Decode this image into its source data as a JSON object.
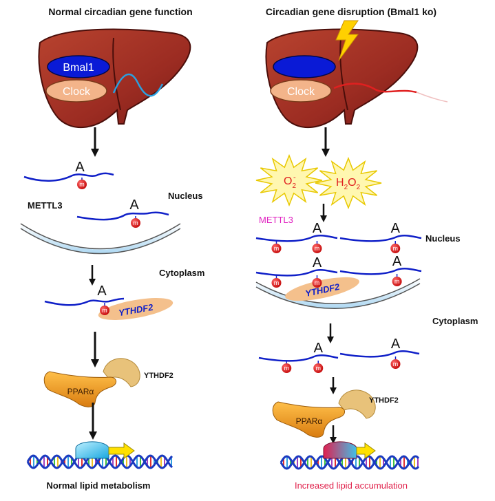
{
  "left_panel": {
    "title": "Normal circadian gene function",
    "liver_labels": {
      "bmal1": "Bmal1",
      "clock": "Clock"
    },
    "mrna_base": "A",
    "mark": "m",
    "nucleus_label": "Nucleus",
    "writer_label": "METTL3",
    "cytoplasm_label": "Cytoplasm",
    "reader_label": "YTHDF2",
    "protein_label": "PPARα",
    "protein_reader_label": "YTHDF2",
    "outcome": "Normal lipid metabolism"
  },
  "right_panel": {
    "title": "Circadian gene disruption (Bmal1 ko)",
    "liver_labels": {
      "clock": "Clock"
    },
    "ros": {
      "superoxide_main": "O",
      "superoxide_sub": "2",
      "superoxide_sup": "-",
      "peroxide_h": "H",
      "peroxide_sub1": "2",
      "peroxide_o": "O",
      "peroxide_sub2": "2"
    },
    "mrna_base": "A",
    "mark": "m",
    "writer_label": "METTL3",
    "nucleus_label": "Nucleus",
    "reader_label": "YTHDF2",
    "cytoplasm_label": "Cytoplasm",
    "protein_label": "PPARα",
    "protein_reader_label": "YTHDF2",
    "outcome": "Increased lipid accumulation"
  },
  "colors": {
    "liver": "#a8342a",
    "bmal1": "#0a1ad6",
    "clock": "#f3b48a",
    "mrna": "#1020c8",
    "m6a": "#e01818",
    "reader": "#f4c08c",
    "ppar": "#f0a020",
    "outcome_alert": "#e0204a",
    "writer_alert": "#e020c0"
  }
}
